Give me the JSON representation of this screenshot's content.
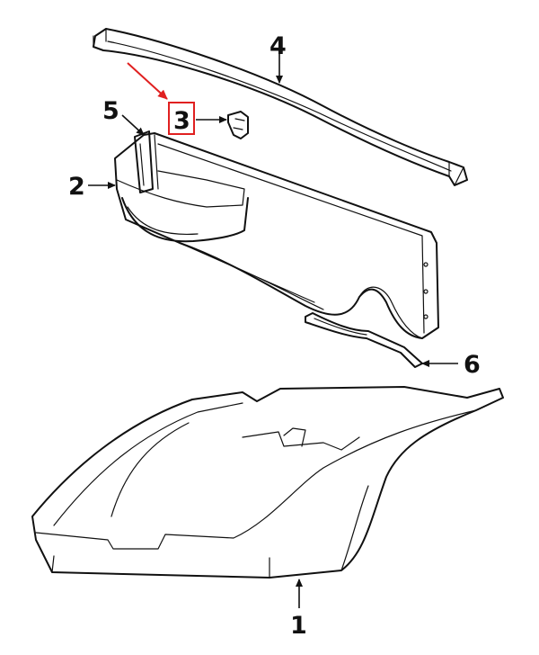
{
  "callouts": [
    {
      "id": "1",
      "label": "1"
    },
    {
      "id": "2",
      "label": "2"
    },
    {
      "id": "3",
      "label": "3",
      "highlighted": true
    },
    {
      "id": "4",
      "label": "4"
    },
    {
      "id": "5",
      "label": "5"
    },
    {
      "id": "6",
      "label": "6"
    }
  ],
  "colors": {
    "highlight": "#e02020",
    "line": "#111111",
    "background": "#ffffff"
  }
}
